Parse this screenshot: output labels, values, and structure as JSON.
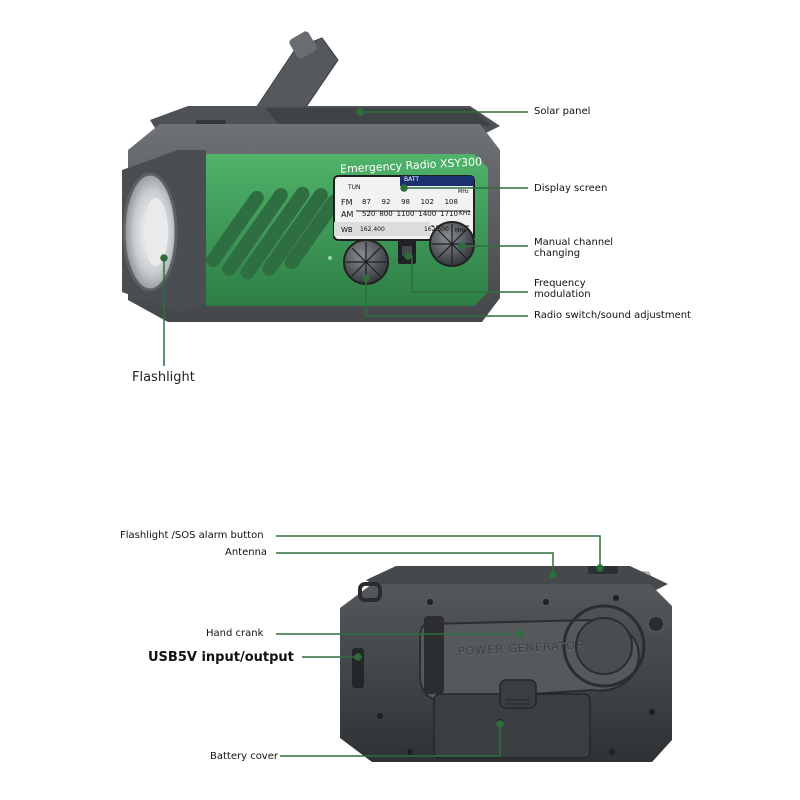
{
  "colors": {
    "body_green": "#3a9a55",
    "body_gray": "#5b5f63",
    "dark_gray": "#3b3e41",
    "callout_line": "#2e6e3c",
    "display_bg": "#f2f2f2"
  },
  "front": {
    "model_label": "Emergency Radio XSY300",
    "display": {
      "tun": "TUN",
      "batt": "BATT",
      "fm_label": "FM",
      "am_label": "AM",
      "wb_label": "WB",
      "fm_values": [
        "87",
        "92",
        "98",
        "102",
        "108"
      ],
      "am_values": [
        "520",
        "800",
        "1100",
        "1400",
        "1710"
      ],
      "fm_unit": "MHz",
      "am_unit": "KHz",
      "wb_range_start": "162.400",
      "wb_range_end": "162.500",
      "wb_unit": "MHz"
    },
    "callouts": {
      "solar_panel": "Solar panel",
      "display_screen": "Display screen",
      "manual_channel_line1": "Manual channel",
      "manual_channel_line2": "changing",
      "frequency_line1": "Frequency",
      "frequency_line2": "modulation",
      "radio_switch": "Radio switch/sound adjustment",
      "flashlight": "Flashlight"
    }
  },
  "back": {
    "crank_text": "POWER GENERATOR",
    "callouts": {
      "sos_button": "Flashlight /SOS alarm button",
      "antenna": "Antenna",
      "hand_crank": "Hand crank",
      "usb": "USB5V input/output",
      "battery_cover": "Battery cover"
    }
  }
}
